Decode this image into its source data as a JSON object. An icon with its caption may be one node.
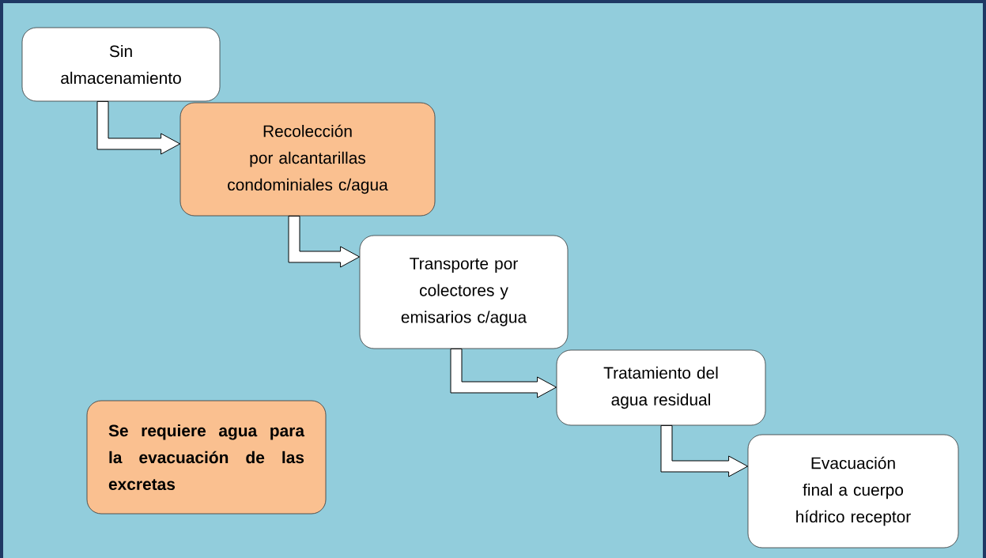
{
  "diagram": {
    "nodes": [
      {
        "text": [
          "Sin almacenamiento"
        ]
      },
      {
        "text": [
          "Recolección por alcantarillas condominiales c/agua"
        ]
      },
      {
        "text": [
          "Transporte por colectores y emisarios c/agua"
        ]
      },
      {
        "text": [
          "Tratamiento del agua residual"
        ]
      },
      {
        "text": [
          "Evacuación final a cuerpo hídrico receptor"
        ]
      },
      {
        "text": [
          "Se requiere agua para la evacuación de las excretas"
        ]
      }
    ],
    "edges": [
      {
        "from": 0,
        "to": 1,
        "arrow": "to"
      },
      {
        "from": 1,
        "to": 2,
        "arrow": "to"
      },
      {
        "from": 2,
        "to": 3,
        "arrow": "to"
      },
      {
        "from": 3,
        "to": 4,
        "arrow": "to"
      }
    ]
  }
}
